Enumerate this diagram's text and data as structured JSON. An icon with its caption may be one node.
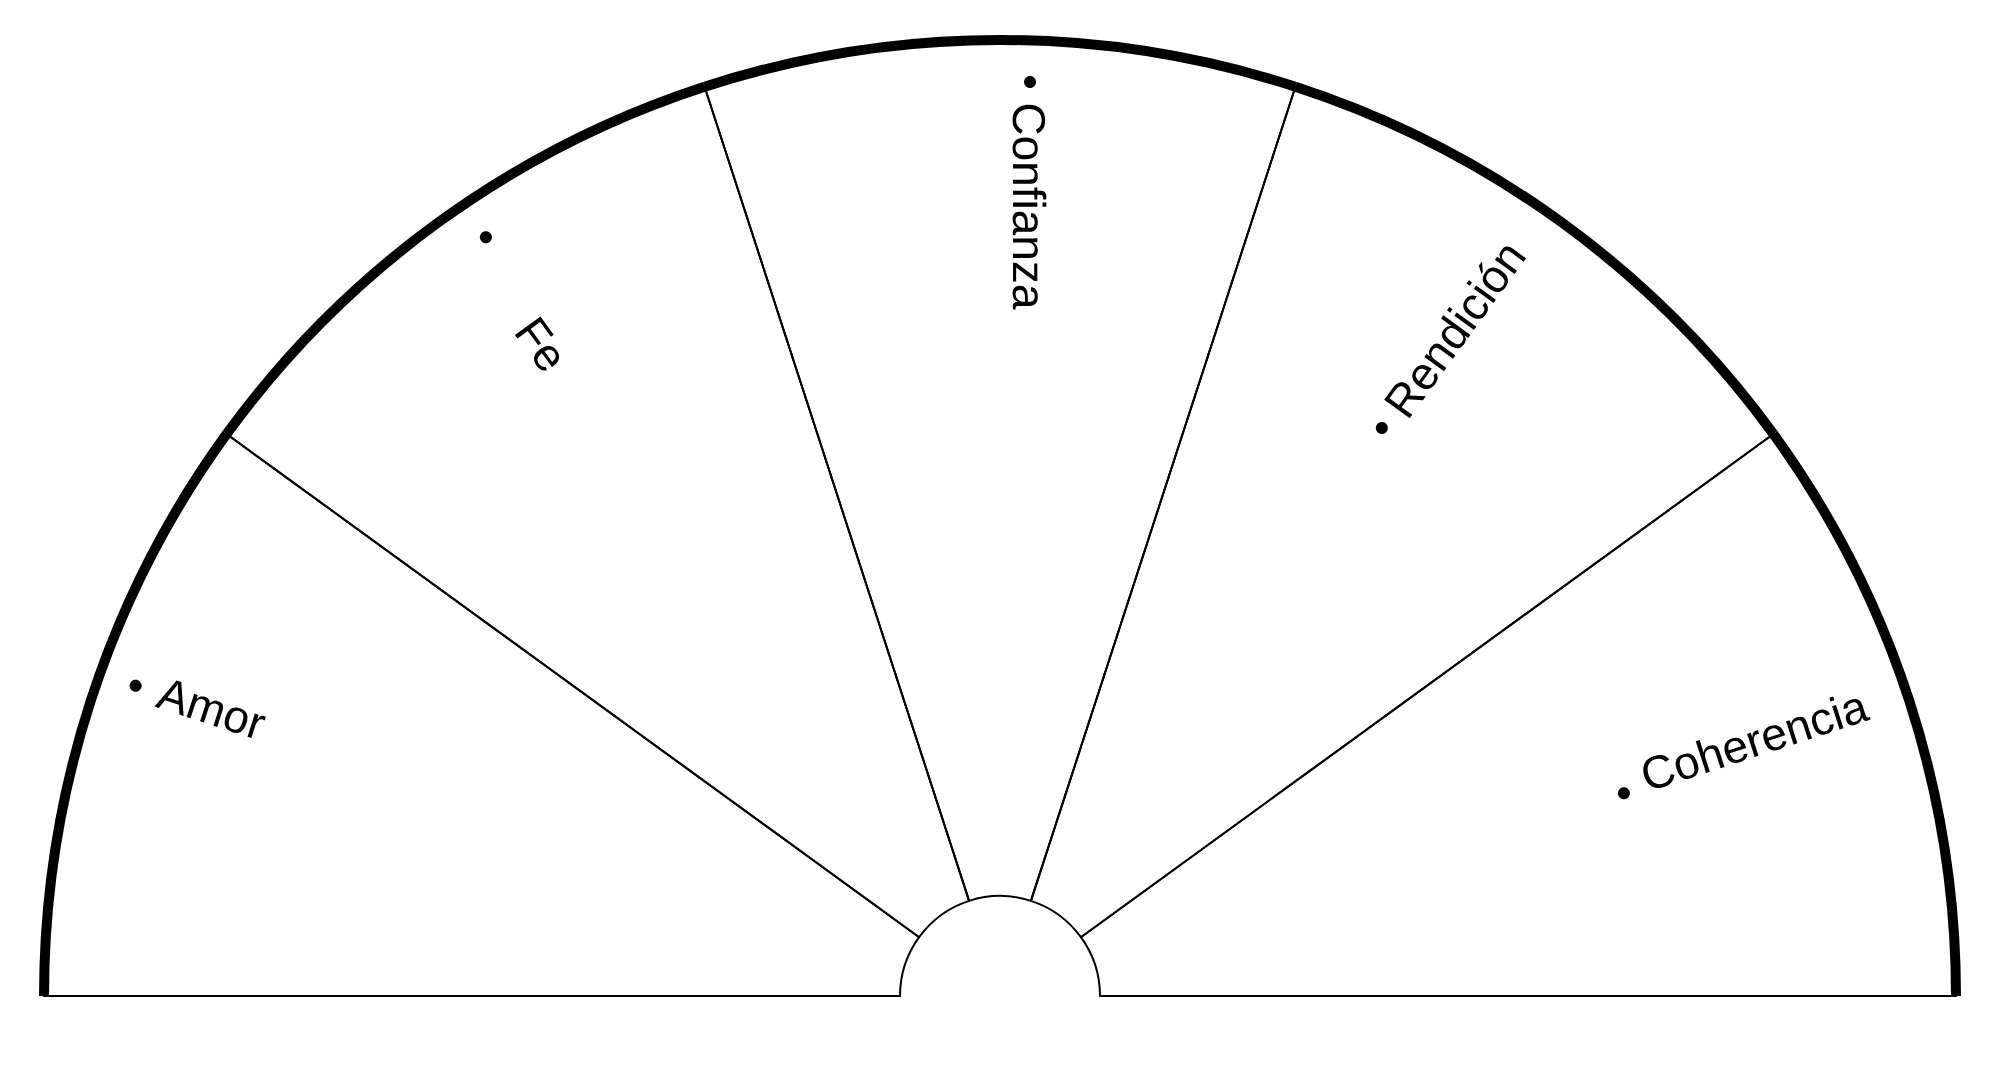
{
  "diagram": {
    "nodes": [
      {
        "text": [
          "Amor"
        ]
      },
      {
        "text": [
          "Fe"
        ]
      },
      {
        "text": [
          "Confianza"
        ]
      },
      {
        "text": [
          "Rendición"
        ]
      },
      {
        "text": [
          "Coherencia"
        ]
      }
    ]
  }
}
